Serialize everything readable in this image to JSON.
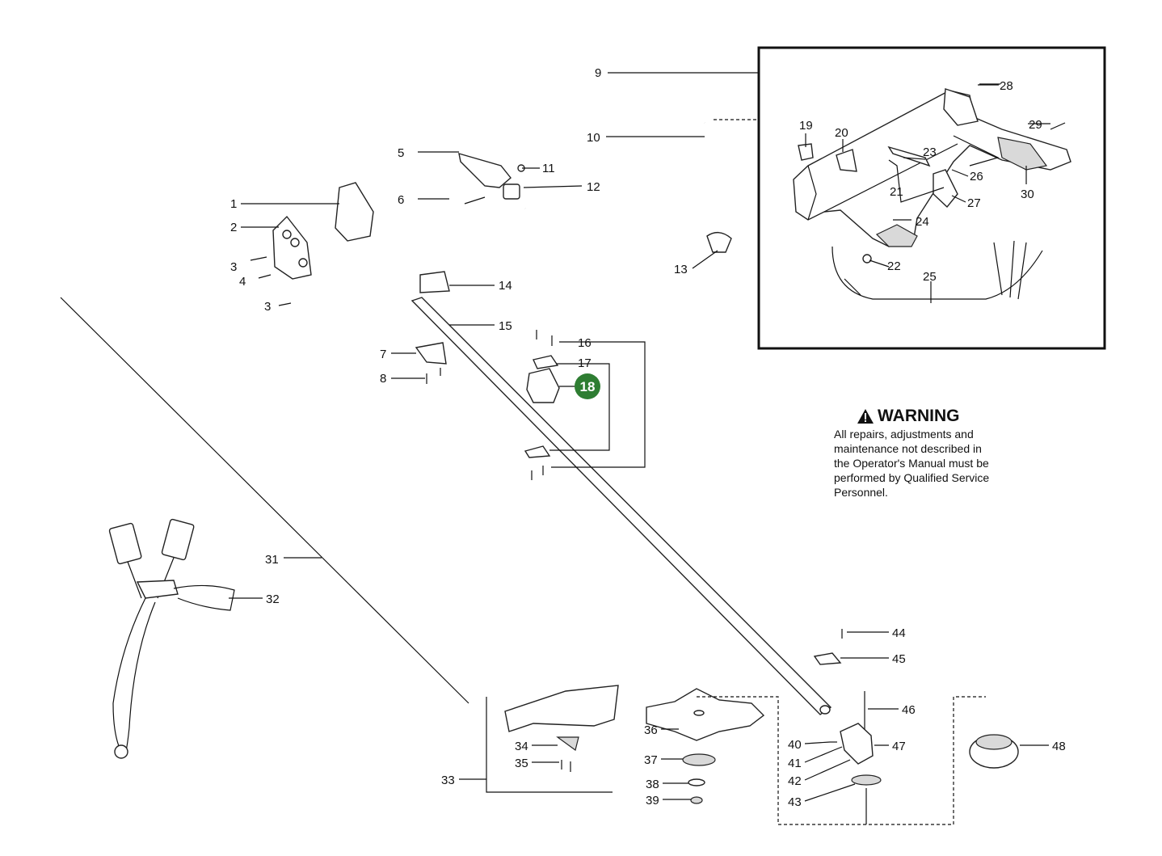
{
  "callouts": [
    "1",
    "2",
    "3",
    "4",
    "5",
    "6",
    "7",
    "8",
    "9",
    "10",
    "11",
    "12",
    "13",
    "14",
    "15",
    "16",
    "17",
    "18",
    "19",
    "20",
    "21",
    "22",
    "23",
    "24",
    "25",
    "26",
    "27",
    "28",
    "29",
    "30",
    "31",
    "32",
    "33",
    "34",
    "35",
    "36",
    "37",
    "38",
    "39",
    "40",
    "41",
    "42",
    "43",
    "44",
    "45",
    "46",
    "47",
    "48"
  ],
  "callout_3_second": "3",
  "highlighted_part": "18",
  "highlight_color": "#2e7d32",
  "warning": {
    "icon": "warning-triangle-icon",
    "title": "WARNING",
    "text": "All repairs, adjustments and\nmaintenance not described in\nthe Operator's Manual must be\nperformed by Qualified Service\nPersonnel."
  }
}
